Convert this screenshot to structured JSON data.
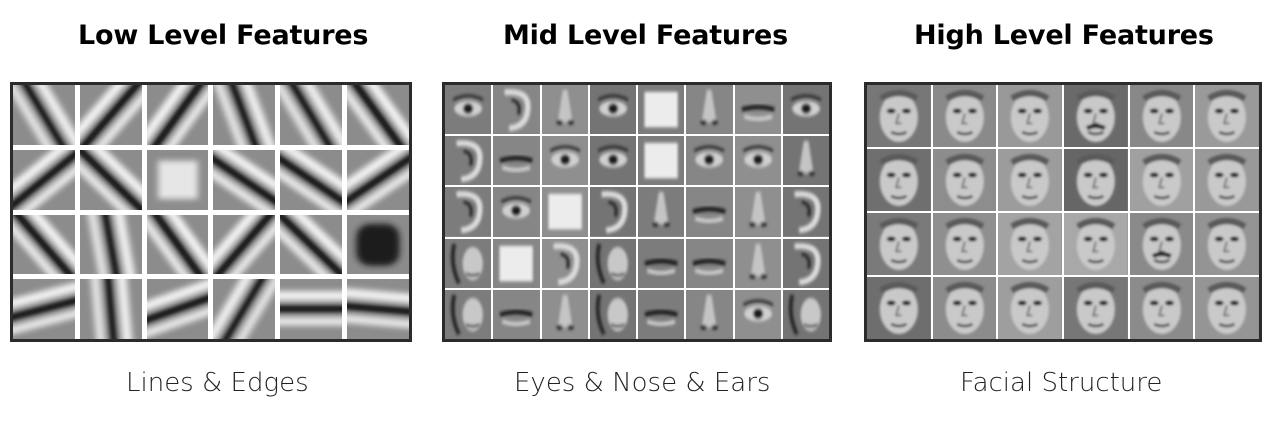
{
  "panels": [
    {
      "title": "Low Level Features",
      "caption": "Lines & Edges",
      "kind": "edges",
      "cols": 6,
      "rows": 4
    },
    {
      "title": "Mid Level Features",
      "caption": "Eyes & Nose & Ears",
      "kind": "parts",
      "cols": 8,
      "rows": 5
    },
    {
      "title": "High Level Features",
      "caption": "Facial Structure",
      "kind": "faces",
      "cols": 6,
      "rows": 4
    }
  ],
  "edge_tiles": [
    {
      "angle": 60,
      "pattern": "bar"
    },
    {
      "angle": -50,
      "pattern": "bar"
    },
    {
      "angle": -55,
      "pattern": "bar"
    },
    {
      "angle": 70,
      "pattern": "bar"
    },
    {
      "angle": 60,
      "pattern": "bar"
    },
    {
      "angle": 55,
      "pattern": "bar"
    },
    {
      "angle": -40,
      "pattern": "bar"
    },
    {
      "angle": 45,
      "pattern": "bar"
    },
    {
      "angle": 0,
      "pattern": "bright-square"
    },
    {
      "angle": 35,
      "pattern": "bar"
    },
    {
      "angle": 35,
      "pattern": "bar"
    },
    {
      "angle": -35,
      "pattern": "bar"
    },
    {
      "angle": 50,
      "pattern": "bar"
    },
    {
      "angle": 80,
      "pattern": "bar"
    },
    {
      "angle": 55,
      "pattern": "bar"
    },
    {
      "angle": -50,
      "pattern": "bar"
    },
    {
      "angle": 45,
      "pattern": "bar"
    },
    {
      "angle": 0,
      "pattern": "dark-blob"
    },
    {
      "angle": -15,
      "pattern": "bar"
    },
    {
      "angle": 85,
      "pattern": "bar"
    },
    {
      "angle": -20,
      "pattern": "bar"
    },
    {
      "angle": -60,
      "pattern": "bar"
    },
    {
      "angle": 0,
      "pattern": "bar"
    },
    {
      "angle": 5,
      "pattern": "bar"
    }
  ],
  "part_tiles": [
    "eye",
    "ear",
    "nose",
    "eye",
    "bright",
    "nose",
    "mouth",
    "eye",
    "ear",
    "mouth",
    "eye",
    "eye",
    "bright",
    "eye",
    "eye",
    "nose",
    "ear",
    "eye",
    "bright",
    "ear",
    "nose",
    "mouth",
    "nose",
    "ear",
    "face",
    "bright",
    "ear",
    "face",
    "mouth",
    "mouth",
    "nose",
    "ear",
    "face",
    "mouth",
    "nose",
    "face",
    "mouth",
    "nose",
    "eye",
    "face"
  ],
  "face_tiles": [
    {
      "tone": "#777",
      "mustache": false
    },
    {
      "tone": "#8a8a8a",
      "mustache": false
    },
    {
      "tone": "#999",
      "mustache": false
    },
    {
      "tone": "#6a6a6a",
      "mustache": true
    },
    {
      "tone": "#888",
      "mustache": false
    },
    {
      "tone": "#9a9a9a",
      "mustache": false
    },
    {
      "tone": "#6f6f6f",
      "mustache": false
    },
    {
      "tone": "#8d8d8d",
      "mustache": false
    },
    {
      "tone": "#9c9c9c",
      "mustache": false
    },
    {
      "tone": "#666",
      "mustache": false
    },
    {
      "tone": "#a0a0a0",
      "mustache": false
    },
    {
      "tone": "#999",
      "mustache": false
    },
    {
      "tone": "#7a7a7a",
      "mustache": false
    },
    {
      "tone": "#8f8f8f",
      "mustache": false
    },
    {
      "tone": "#a3a3a3",
      "mustache": false
    },
    {
      "tone": "#a8a8a8",
      "mustache": false
    },
    {
      "tone": "#8a8a8a",
      "mustache": true
    },
    {
      "tone": "#949494",
      "mustache": false
    },
    {
      "tone": "#6e6e6e",
      "mustache": false
    },
    {
      "tone": "#8c8c8c",
      "mustache": false
    },
    {
      "tone": "#9e9e9e",
      "mustache": false
    },
    {
      "tone": "#777",
      "mustache": false
    },
    {
      "tone": "#8b8b8b",
      "mustache": false
    },
    {
      "tone": "#959595",
      "mustache": false
    }
  ]
}
